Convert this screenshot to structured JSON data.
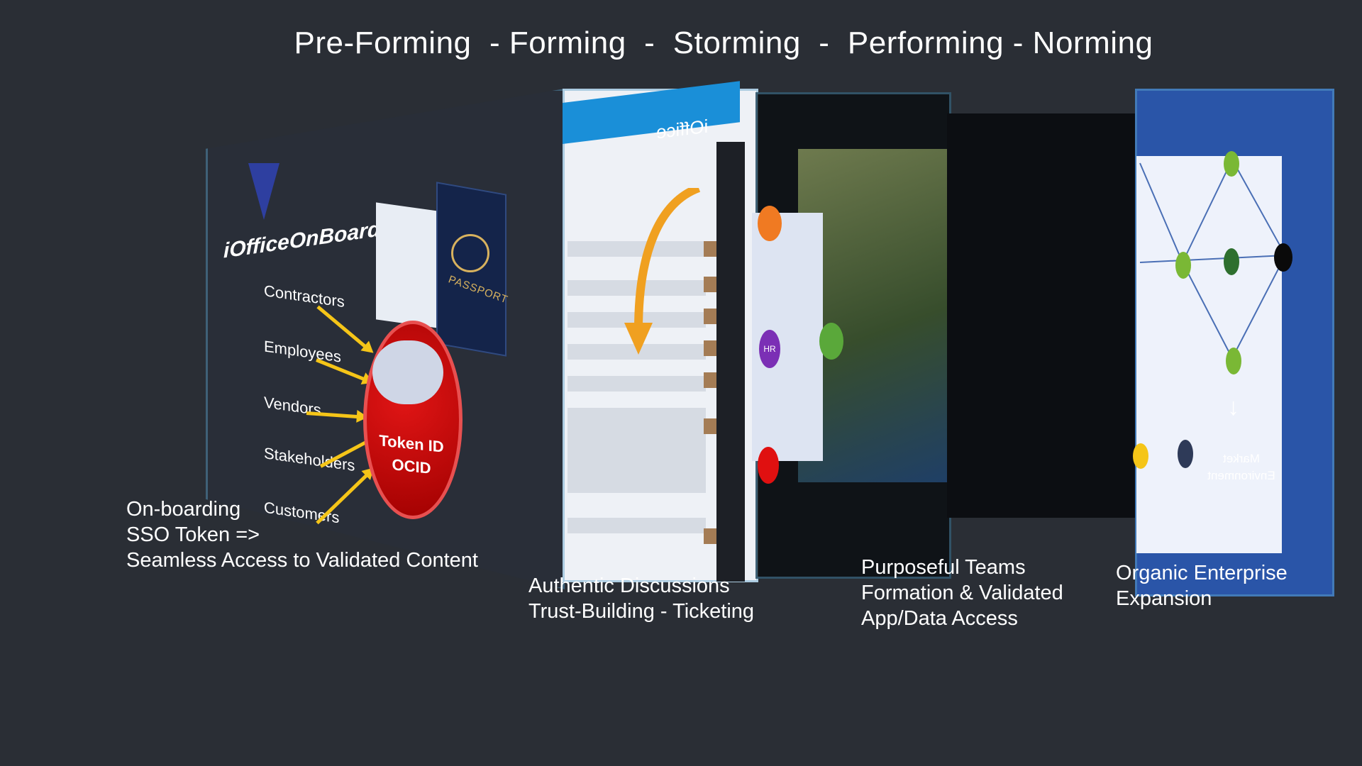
{
  "title": "Pre-Forming  - Forming  -  Storming  -  Performing - Norming",
  "panel1": {
    "logo_primary": "iOffice",
    "logo_secondary": "OnBoard",
    "parties": [
      "Contractors",
      "Employees",
      "Vendors",
      "Stakeholders",
      "Customers"
    ],
    "token_line1": "Token ID",
    "token_line2": "OCID",
    "passport_label": "PASSPORT",
    "caption": "On-boarding\nSSO Token =>\nSeamless Access to Validated Content"
  },
  "panel2": {
    "brand": "iOffice",
    "caption": "Authentic Discussions\nTrust-Building - Ticketing"
  },
  "panel3": {
    "hub_label": "HR",
    "caption": "Purposeful Teams\nFormation & Validated\nApp/Data Access"
  },
  "panel4": {
    "market_label": "Market\nEnvironment",
    "caption": "Organic Enterprise\nExpansion"
  },
  "colors": {
    "background": "#2a2e35",
    "arrow": "#f5c518",
    "token": "#d01010",
    "accent_blue": "#1a8fd8",
    "orange_node": "#f07a22",
    "purple_node": "#7b2fb5",
    "red_node": "#e01010",
    "green_node": "#5aa83a"
  }
}
